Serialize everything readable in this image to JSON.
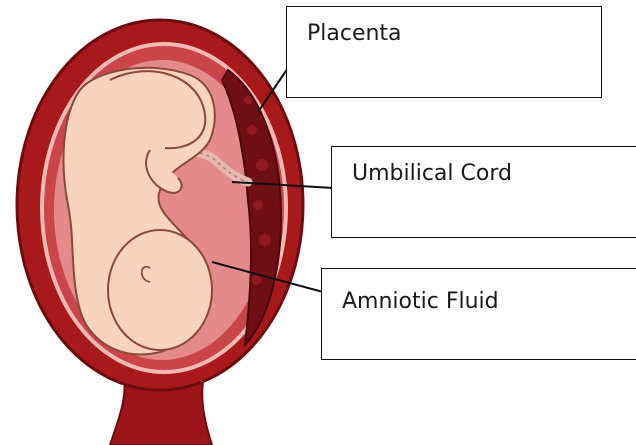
{
  "labels": {
    "placenta": "Placenta",
    "umbilical_cord": "Umbilical Cord",
    "amniotic_fluid": "Amniotic Fluid"
  },
  "colors": {
    "uterus_wall": "#a8191c",
    "uterus_dark": "#7a0d10",
    "amniotic_fluid": "#e58a8a",
    "fetus_skin": "#f7d4bb",
    "fetus_outline": "#8a4a3a",
    "placenta": "#6f0f14",
    "umbilical_cord": "#e7b7b0",
    "leader_line": "#111111"
  },
  "icons": [
    "uterus-illustration",
    "fetus-illustration"
  ]
}
